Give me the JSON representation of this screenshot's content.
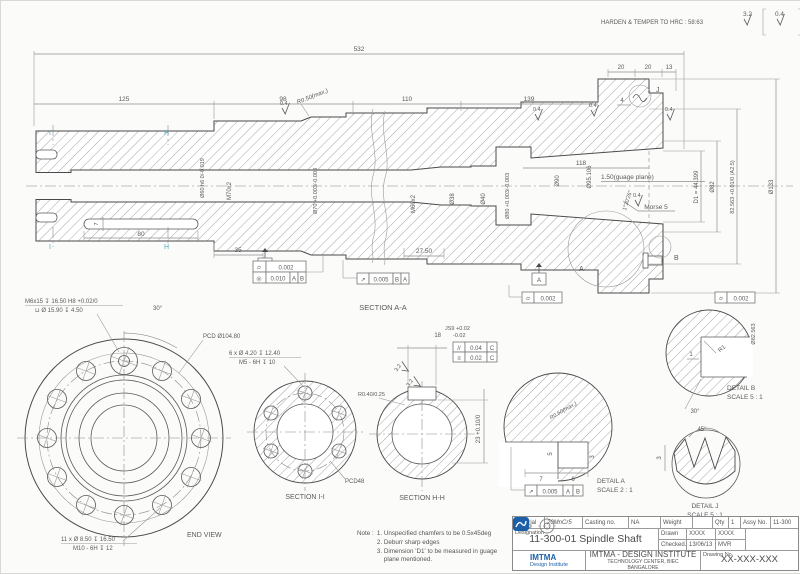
{
  "sheet": {
    "heat_treat": "HARDEN & TEMPER TO HRC : 58:63",
    "finish_a": "3.2",
    "finish_b": "0.4"
  },
  "main": {
    "section_label": "SECTION A-A",
    "dim_532": "532",
    "dim_125": "125",
    "dim_98": "98",
    "dim_110": "110",
    "dim_139": "139",
    "dim_20a": "20",
    "dim_20b": "20",
    "dim_13": "13",
    "dim_4": "4",
    "dim_118": "118",
    "dim_80": "80",
    "dim_7": "7",
    "dim_35": "35",
    "dim_2750": "27.50",
    "guage_note": "1.50(guage plane)",
    "morse": "Morse 5",
    "taper_angle": "1°30'26\"",
    "r_max": "R0.50(max.)",
    "finish_04": "0.4",
    "dia_60": "Ø60 h6 0/-0.019",
    "m70": "M70x2",
    "dia_70": "Ø70 +0.003/-0.003",
    "m60": "M60x2",
    "dia_38": "Ø38",
    "dia_40": "Ø40",
    "dia_80": "Ø80 +0.003/-0.003",
    "dia_90": "Ø90",
    "dia_95": "Ø95.106",
    "d1": "D1 = 44.399",
    "dia_82": "Ø82",
    "dim_82563": "82.563 +0.01/0 (A2.5)",
    "dia_133": "Ø133",
    "datum_a": "A",
    "datum_b": "B",
    "balloon_a": "A",
    "balloon_b": "B",
    "balloon_j": "J",
    "cut_i": "I",
    "cut_h": "H",
    "fcf_cyl": {
      "sym": "⌭",
      "val": "0.002"
    },
    "fcf_conc": {
      "sym": "◎",
      "val": "0.010",
      "d1": "A",
      "d2": "B"
    },
    "fcf_runout": {
      "sym": "↗",
      "val": "0.005",
      "d1": "B",
      "d2": "A"
    },
    "fcf_cyl2": {
      "sym": "⌭",
      "val": "0.002"
    }
  },
  "end_view": {
    "title": "END VIEW",
    "callout_m6_1": "M6x15 ↧ 16.50 H8 +0.02/0",
    "callout_m6_2": "⊔ Ø 15.90 ↧ 4.50",
    "angle_30": "30°",
    "pcd": "PCD Ø104.80",
    "callout_m10_1": "11 x Ø 8.50 ↧ 16.50",
    "callout_m10_2": "M10 - 6H ↧ 12"
  },
  "section_ii": {
    "title": "SECTION I-I",
    "callout_1": "6 x Ø 4.20 ↧ 12.40",
    "callout_2": "M5 - 6H ↧ 10",
    "pcd": "PCD48"
  },
  "section_hh": {
    "title": "SECTION H-H",
    "key_width": "18",
    "key_tol_top": "JS9 +0.02",
    "key_tol_bot": "-0.02",
    "depth": "23 +0.10/0",
    "radius": "R0.40/0.25",
    "finish_32": "3.2",
    "fcf_par": {
      "sym": "//",
      "val": "0.04",
      "d": "C"
    },
    "fcf_sym": {
      "sym": "≡",
      "val": "0.02",
      "d": "C"
    }
  },
  "detail_a": {
    "title": "DETAIL A",
    "scale": "SCALE 2 : 1",
    "r_max": "R0.50(max.)",
    "dim_7": "7",
    "dim_6": "6",
    "dim_5": "5",
    "dim_3": "3",
    "fcf": {
      "sym": "↗",
      "val": "0.005",
      "d1": "A",
      "d2": "B"
    }
  },
  "detail_b": {
    "title": "DETAIL B",
    "scale": "SCALE 5 : 1",
    "r1": "R1",
    "dim_1": "1",
    "angle": "30°",
    "dia": "Ø82.563"
  },
  "detail_j": {
    "title": "DETAIL J",
    "scale": "SCALE 5 : 1",
    "angle": "45°",
    "dim_3": "3"
  },
  "notes": {
    "label": "Note :",
    "items": [
      "1. Unspecified chamfers to be 0.5x45deg",
      "2. Deburr sharp edges",
      "3. Dimension 'D1' to be measured in guage plane mentioned."
    ]
  },
  "title_block": {
    "material_label": "Material",
    "material_value": "20MnCr5",
    "casting_label": "Casting no.",
    "casting_value": "NA",
    "weight_label": "Weight",
    "weight_value": "",
    "qty_label": "Qty",
    "qty_value": "1",
    "assy_label": "Assy No.",
    "assy_value": "11-300",
    "designation_label": "Designation",
    "designation_value": "11-300-01 Spindle Shaft",
    "drawn_label": "Drawn",
    "drawn_name": "XXXX",
    "drawn_name2": "XXXX",
    "checked_label": "Checked.",
    "checked_date": "13/06/13",
    "checked_by": "MVR",
    "logo_name": "IMTMA",
    "logo_sub": "Design Institute",
    "org_name": "IMTMA - DESIGN INSTITUTE",
    "org_addr1": "TECHNOLOGY CENTER, BIEC",
    "org_addr2": "BANGALORE",
    "drawing_no_label": "Drawing No.",
    "drawing_no_value": "XX-XXX-XXX",
    "accent_color": "#1a5fa8"
  }
}
